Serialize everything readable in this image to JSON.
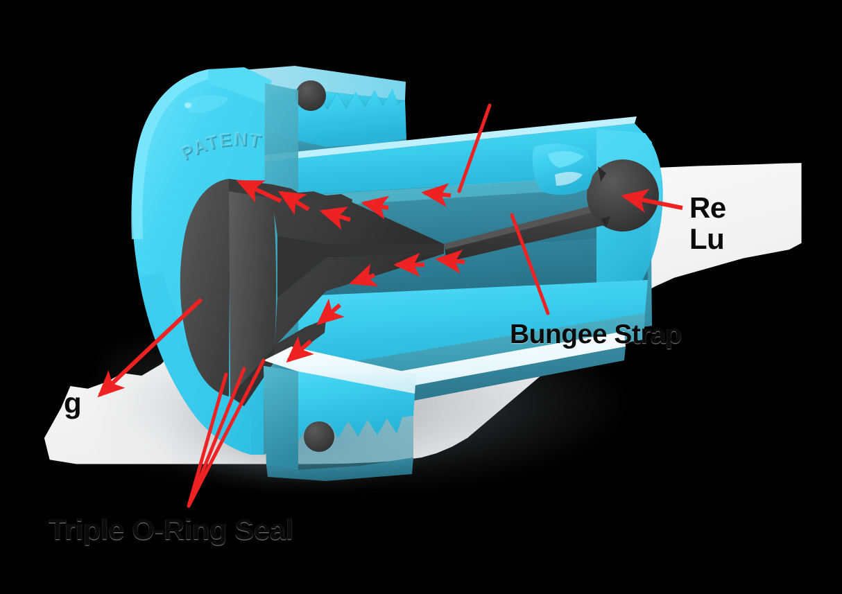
{
  "scene": {
    "title": "Cutaway assembly diagram",
    "background_color": "#000000",
    "plate_color": "#e6e6e7"
  },
  "product": {
    "body_color": "#3fd0f0",
    "body_shade_color": "#2f9db8",
    "body_dark_color": "#2b7e96",
    "plug_color": "#4a4a4a",
    "plug_dark_color": "#333333",
    "embossed_text": "PATENT"
  },
  "annotations": {
    "accent_color": "#ee2222",
    "labels": [
      {
        "id": "bungee-strap",
        "text": "Bungee Strap",
        "cropped": false
      },
      {
        "id": "triple-o-ring-seal",
        "text": "Triple O-Ring Seal",
        "cropped": false
      },
      {
        "id": "retention-lug",
        "text_line1": "Re",
        "text_line2": "Lu",
        "cropped": true
      },
      {
        "id": "left-cropped-label",
        "text": "g",
        "cropped": true
      }
    ],
    "flow_arrows": {
      "count": 10,
      "direction": "left",
      "color": "#ee2222"
    }
  }
}
